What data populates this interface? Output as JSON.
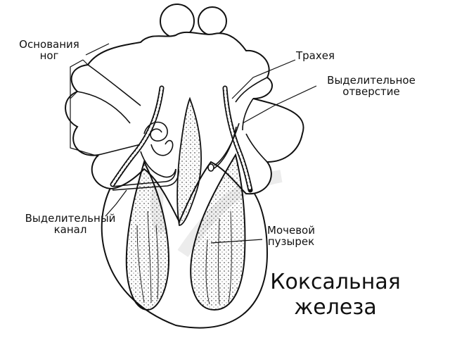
{
  "labels": {
    "leg_bases": "Основания\nног",
    "trachea": "Трахея",
    "excretory_opening": "Выделительное\nотверстие",
    "excretory_canal": "Выделительный\nканал",
    "urinary_bladder": "Мочевой\nпузырек"
  },
  "title": "Коксальная\nжелеза",
  "colors": {
    "ink": "#111111",
    "background": "#ffffff",
    "watermark": "#ececec"
  }
}
